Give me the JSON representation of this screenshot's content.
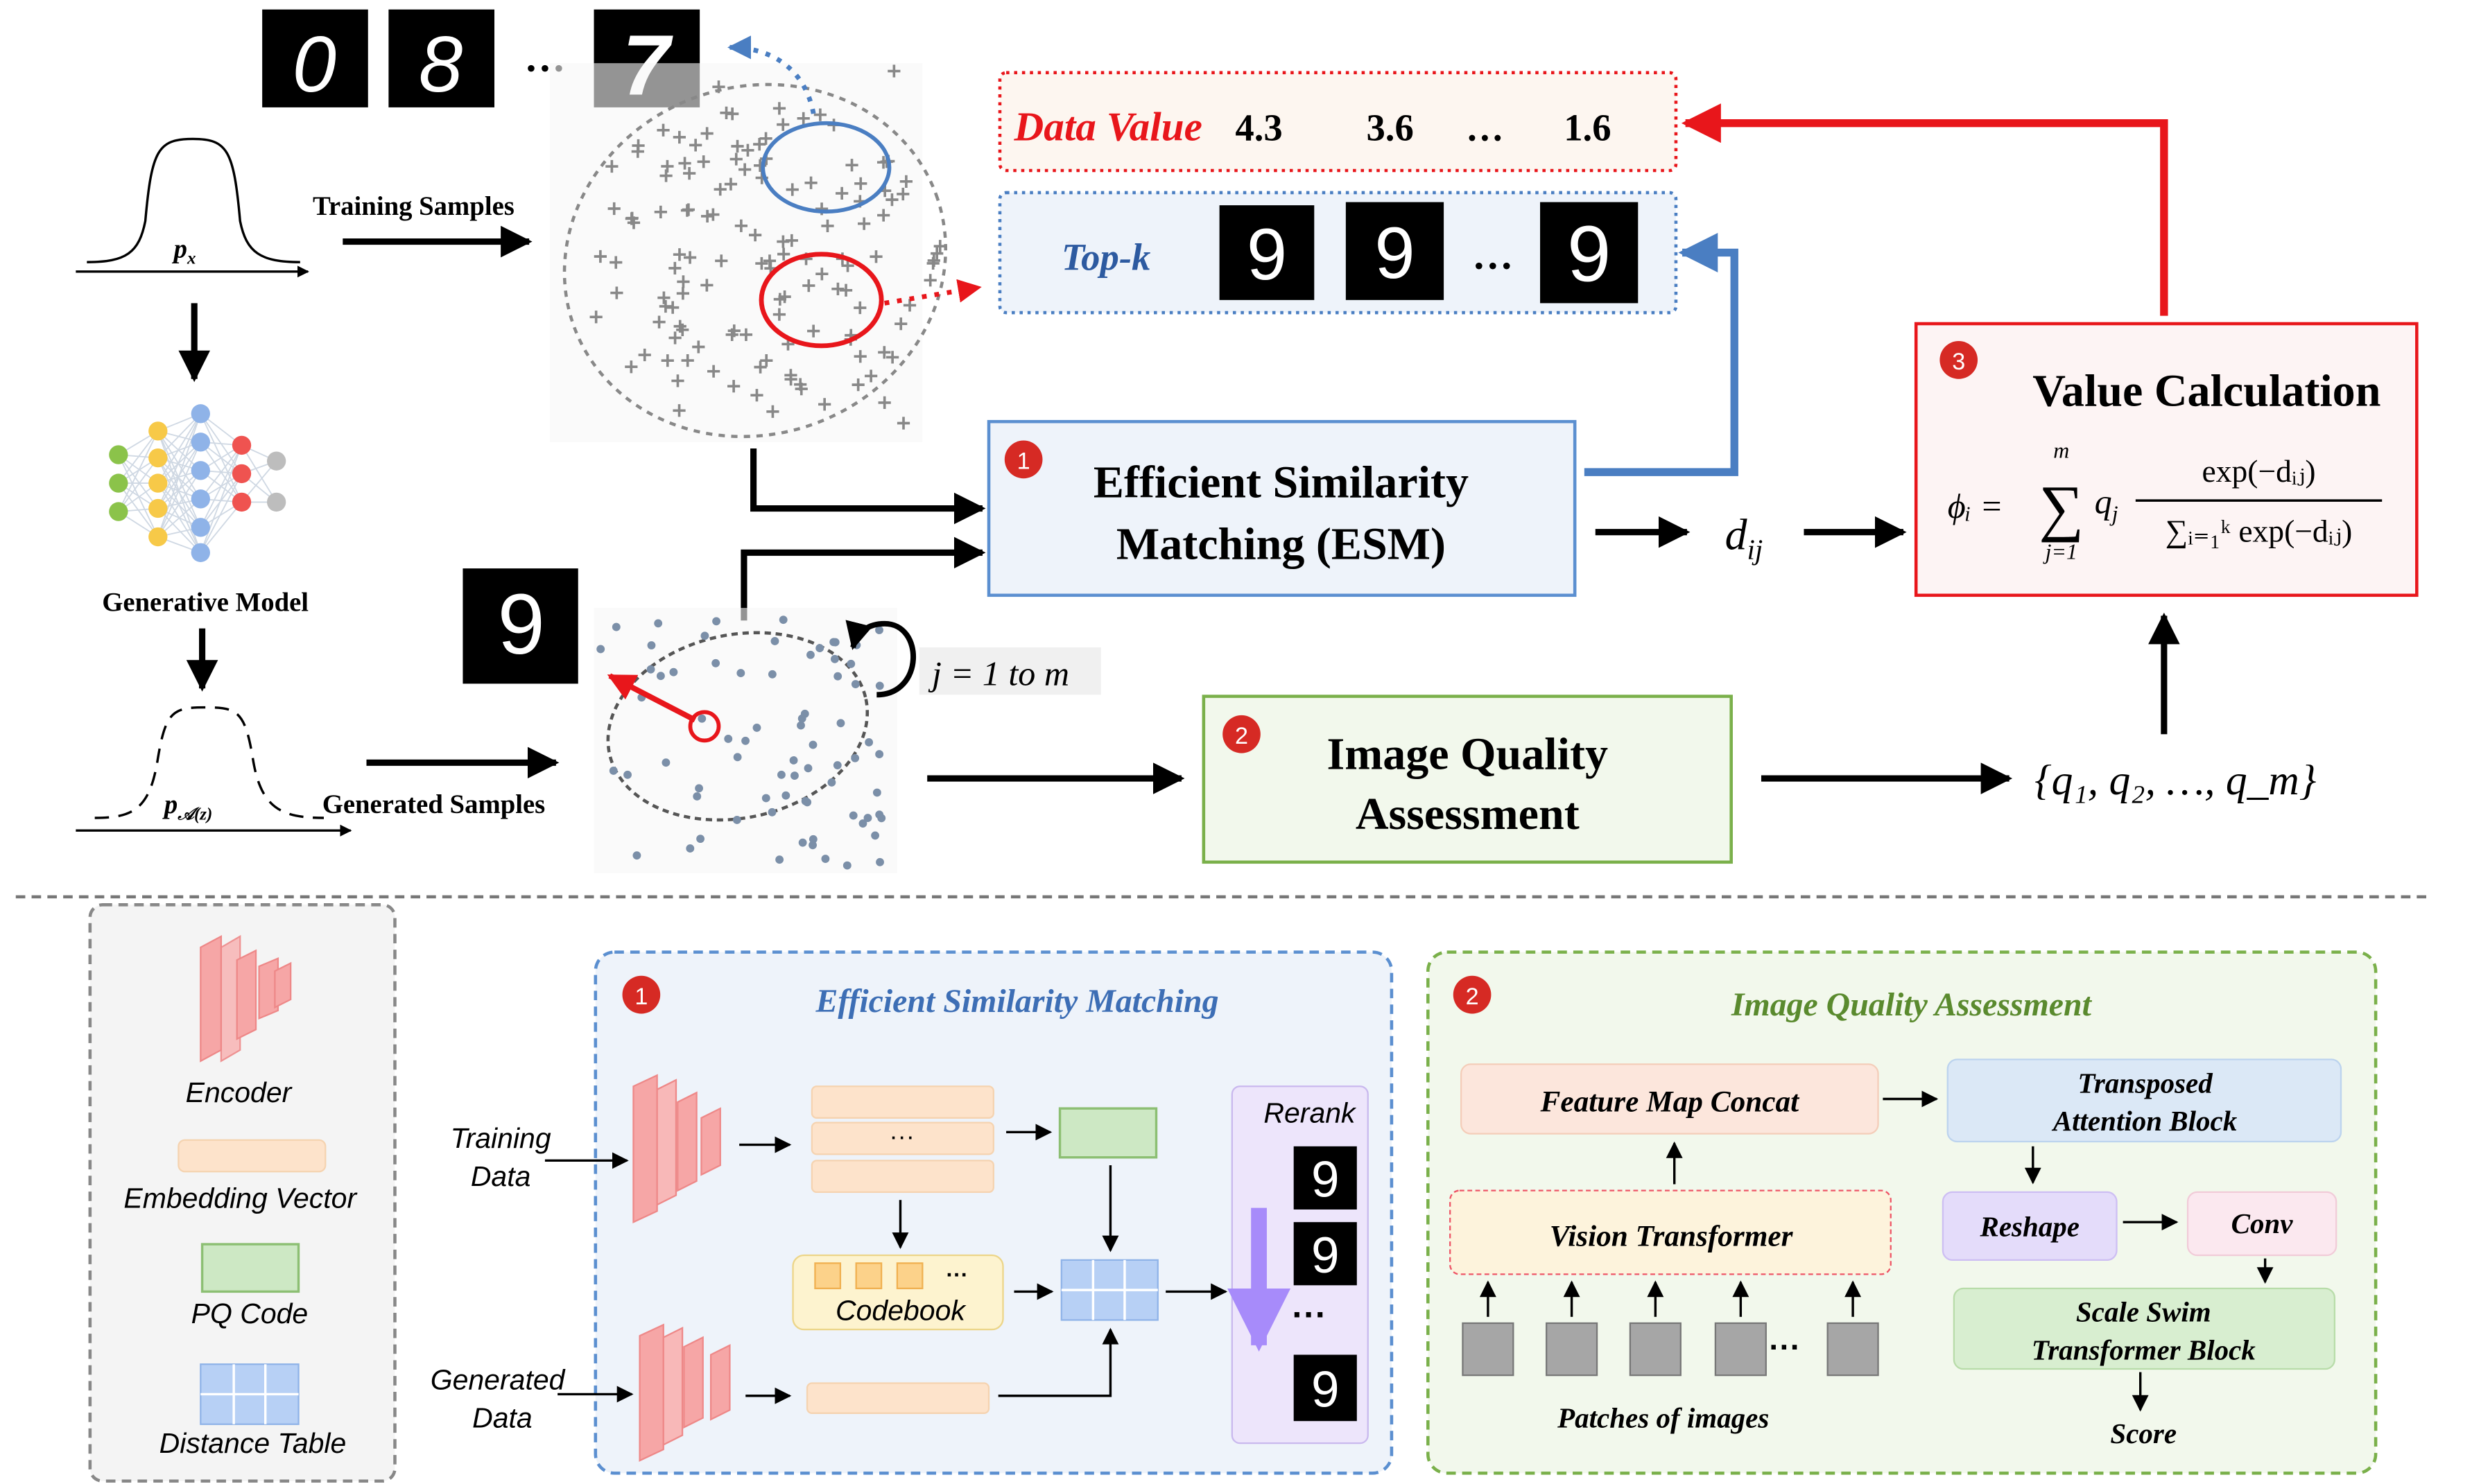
{
  "top": {
    "training_samples": "Training Samples",
    "generated_samples": "Generated Samples",
    "generative_model": "Generative Model",
    "px": "p",
    "px_sub": "x",
    "pa": "p",
    "pa_sub": "𝒜(z)",
    "digits_top": [
      "0",
      "8",
      "7"
    ],
    "ellipsis": "…",
    "generated_digit": "9",
    "loop_label": "j = 1 to m",
    "data_value_label": "Data Value",
    "data_values": [
      "4.3",
      "3.6",
      "…",
      "1.6"
    ],
    "topk_label": "Top-k",
    "topk_digits": [
      "9",
      "9",
      "…",
      "9"
    ],
    "esm_line1": "Efficient Similarity",
    "esm_line2": "Matching (ESM)",
    "esm_num": "1",
    "iqa_line1": "Image Quality",
    "iqa_line2": "Assessment",
    "iqa_num": "2",
    "value_calc": "Value Calculation",
    "value_num": "3",
    "dij": "d",
    "dij_sub": "ij",
    "q_set": "{q₁, q₂, …, q_m}",
    "formula_lhs": "ϕᵢ =",
    "formula_sum_top": "m",
    "formula_sum_bottom": "j=1",
    "formula_q": "q",
    "formula_q_sub": "j",
    "formula_num": "exp(−dᵢⱼ)",
    "formula_den": "∑ᵢ₌₁ᵏ exp(−dᵢⱼ)"
  },
  "legend": {
    "encoder": "Encoder",
    "embedding": "Embedding Vector",
    "pq": "PQ Code",
    "distance": "Distance Table"
  },
  "esm_panel": {
    "num": "1",
    "title": "Efficient Similarity Matching",
    "training_data_1": "Training",
    "training_data_2": "Data",
    "generated_data_1": "Generated",
    "generated_data_2": "Data",
    "dots": "···",
    "codebook": "Codebook",
    "codebook_dots": "···",
    "rerank": "Rerank",
    "rerank_digits": [
      "9",
      "9",
      "9"
    ],
    "rerank_dots": "···"
  },
  "iqa_panel": {
    "num": "2",
    "title": "Image Quality Assessment",
    "feature_concat": "Feature Map Concat",
    "transposed_1": "Transposed",
    "transposed_2": "Attention Block",
    "vit": "Vision Transformer",
    "reshape": "Reshape",
    "conv": "Conv",
    "scale_1": "Scale Swim",
    "scale_2": "Transformer Block",
    "patches": "Patches of images",
    "patch_dots": "···",
    "score": "Score"
  },
  "colors": {
    "red": "#e8161b",
    "blue": "#4a7ec2",
    "green": "#7fb069",
    "esm_border": "#5b8fd0",
    "iqa_border": "#7ab04a"
  }
}
